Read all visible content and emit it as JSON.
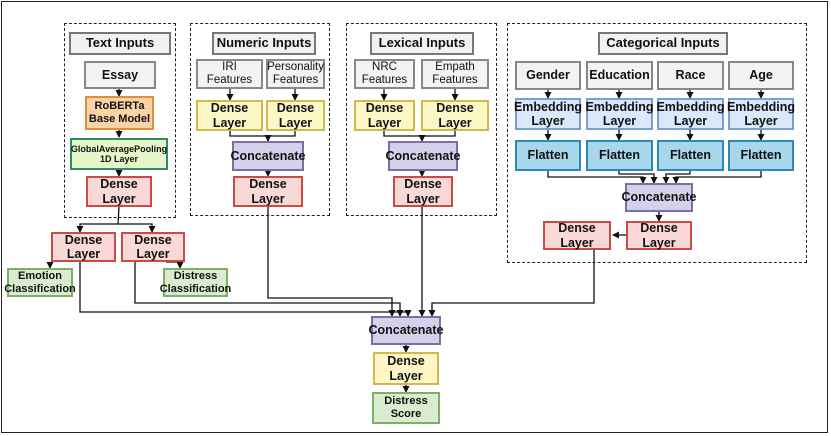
{
  "groups": {
    "text": {
      "title": "Text Inputs"
    },
    "numeric": {
      "title": "Numeric Inputs"
    },
    "lexical": {
      "title": "Lexical Inputs"
    },
    "categorical": {
      "title": "Categorical Inputs"
    }
  },
  "text": {
    "essay": "Essay",
    "roberta": "RoBERTa\nBase Model",
    "pooling": "GlobalAveragePooling\n1D Layer",
    "dense": "Dense\nLayer"
  },
  "numeric": {
    "iri": "IRI\nFeatures",
    "personality": "Personality\nFeatures",
    "dense_iri": "Dense\nLayer",
    "dense_personality": "Dense\nLayer",
    "concat": "Concatenate",
    "dense_out": "Dense\nLayer"
  },
  "lexical": {
    "nrc": "NRC\nFeatures",
    "empath": "Empath\nFeatures",
    "dense_nrc": "Dense\nLayer",
    "dense_empath": "Dense\nLayer",
    "concat": "Concatenate",
    "dense_out": "Dense\nLayer"
  },
  "categorical": {
    "inputs": [
      "Gender",
      "Education",
      "Race",
      "Age"
    ],
    "embedding": "Embedding\nLayer",
    "flatten": "Flatten",
    "concat": "Concatenate",
    "dense_inner": "Dense\nLayer",
    "dense_outer": "Dense\nLayer"
  },
  "heads": {
    "dense_emotion": "Dense\nLayer",
    "dense_distress": "Dense\nLayer",
    "emotion": "Emotion\nClassification",
    "distress": "Distress\nClassification"
  },
  "final": {
    "concat": "Concatenate",
    "dense": "Dense\nLayer",
    "score": "Distress\nScore"
  }
}
